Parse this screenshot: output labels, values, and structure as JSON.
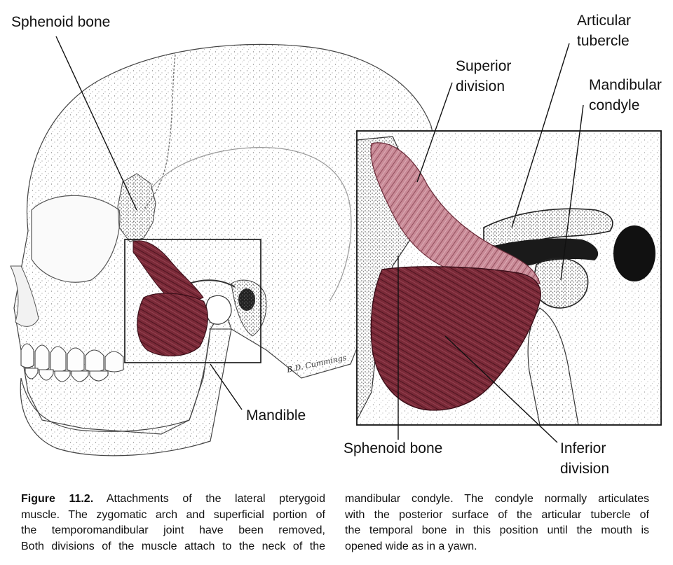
{
  "labels": {
    "sphenoid_top": "Sphenoid bone",
    "articular_1": "Articular",
    "articular_2": "tubercle",
    "superior_1": "Superior",
    "superior_2": "division",
    "mandibular_1": "Mandibular",
    "mandibular_2": "condyle",
    "mandible": "Mandible",
    "sphenoid_bottom": "Sphenoid bone",
    "inferior_1": "Inferior",
    "inferior_2": "division",
    "signature": "B.D. Cummings"
  },
  "caption": {
    "figure_label": "Figure 11.2.",
    "left_lines": [
      "Attachments of the lateral pterygoid",
      "muscle. The zygomatic arch and superficial portion of",
      "the temporomandibular joint have been removed,",
      "Both divisions of the muscle attach to the neck of the"
    ],
    "right_lines": [
      "mandibular condyle. The condyle normally articulates",
      "with the posterior surface of the articular tubercle of",
      "the temporal bone in this position until the mouth is",
      "opened wide as in a yawn."
    ]
  },
  "colors": {
    "muscle": "#7a2a38",
    "muscle_light": "#c98a97",
    "line": "#1a1a1a",
    "stipple": "#8a8a8a"
  }
}
